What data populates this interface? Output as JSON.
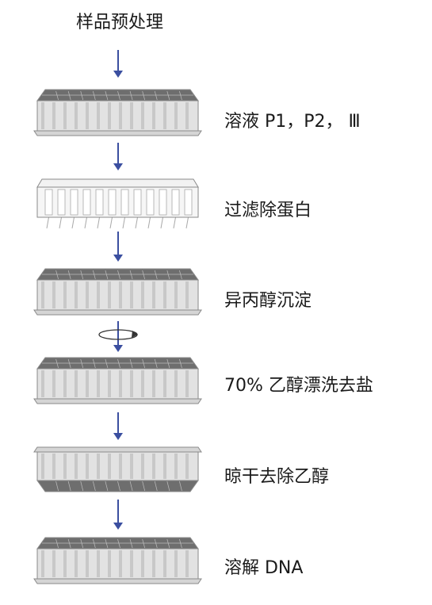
{
  "title": "样品预处理",
  "steps": [
    {
      "label": "溶液 P1，P2， Ⅲ",
      "plate": "standard"
    },
    {
      "label": "过滤除蛋白",
      "plate": "filter"
    },
    {
      "label": "异丙醇沉淀",
      "plate": "standard"
    },
    {
      "label": "70% 乙醇漂洗去盐",
      "plate": "standard"
    },
    {
      "label": "晾干去除乙醇",
      "plate": "inverted"
    },
    {
      "label": "溶解 DNA",
      "plate": "standard"
    }
  ],
  "colors": {
    "arrow": "#3b4fa0",
    "plate_top": "#6e6e6e",
    "plate_wall": "#e2e2e2",
    "plate_stripe": "#c8c8c8",
    "plate_outline": "#8a8a8a"
  }
}
